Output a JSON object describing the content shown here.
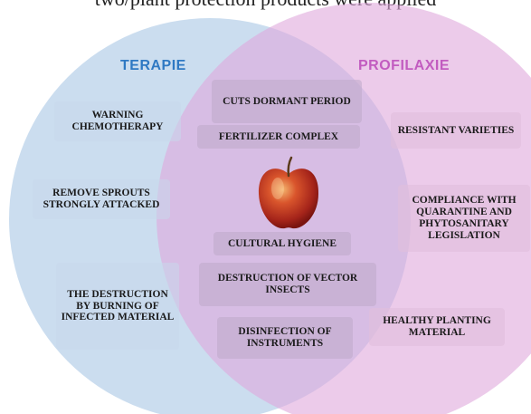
{
  "top_text": "two/plant protection products were applied",
  "colors": {
    "terapie_circle": "#b9d2ea",
    "profilaxie_circle": "#e3b6e0",
    "terapie_title": "#2f79c3",
    "profilaxie_title": "#c25cc0"
  },
  "titles": {
    "left": "TERAPIE",
    "right": "PROFILAXIE"
  },
  "left_items": [
    "WARNING CHEMOTHERAPY",
    "REMOVE SPROUTS STRONGLY ATTACKED",
    "THE DESTRUCTION BY BURNING OF INFECTED MATERIAL"
  ],
  "center_items": [
    "CUTS DORMANT PERIOD",
    "FERTILIZER COMPLEX",
    "CULTURAL HYGIENE",
    "DESTRUCTION OF VECTOR INSECTS",
    "DISINFECTION OF INSTRUMENTS"
  ],
  "right_items": [
    "RESISTANT VARIETIES",
    "COMPLIANCE WITH QUARANTINE AND PHYTOSANITARY LEGISLATION",
    "HEALTHY PLANTING MATERIAL"
  ],
  "center_image": "apple"
}
